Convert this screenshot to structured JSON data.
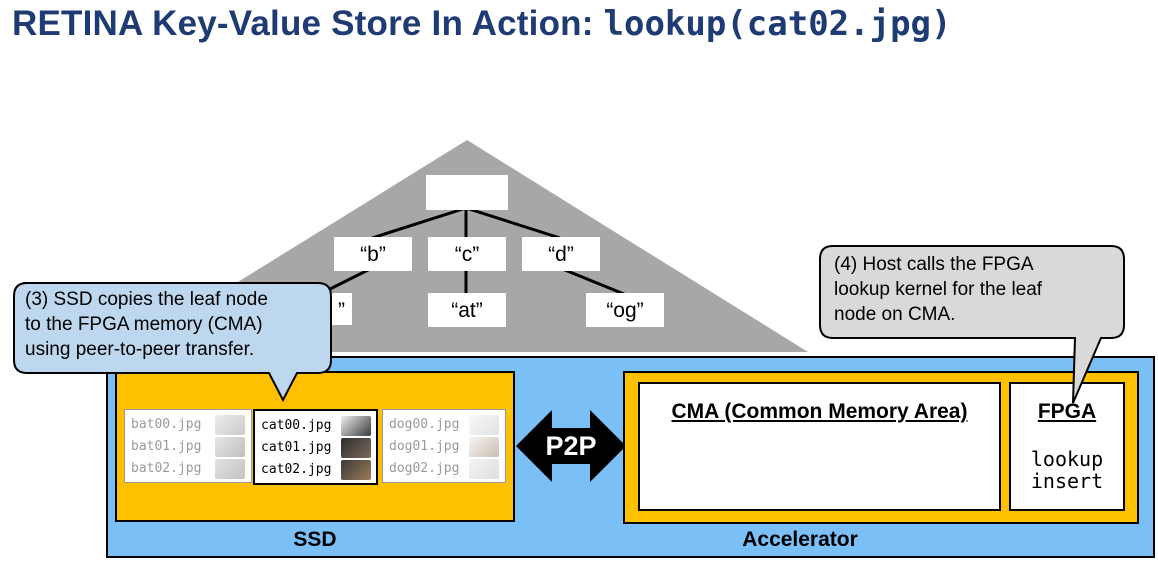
{
  "title": {
    "prefix": "RETINA Key-Value Store In Action: ",
    "code": "lookup(cat02.jpg)"
  },
  "tree": {
    "level1": [
      "“b”",
      "“c”",
      "“d”"
    ],
    "level2": [
      "”",
      "“at”",
      "“og”"
    ]
  },
  "callouts": {
    "ssd_copy": {
      "lines": [
        "(3) SSD copies the leaf node",
        "to the FPGA memory (CMA)",
        "using peer-to-peer transfer."
      ],
      "fill": "#bdd7ee"
    },
    "host_calls": {
      "lines": [
        "(4) Host calls the FPGA",
        "lookup kernel for the leaf",
        "node on CMA."
      ],
      "fill": "#d9d9d9"
    }
  },
  "ssd": {
    "label": "SSD",
    "columns": [
      {
        "files": [
          "bat00.jpg",
          "bat01.jpg",
          "bat02.jpg"
        ],
        "icons": [
          "bat-photo-icon",
          "bat-photo-icon",
          "bat-photo-icon"
        ],
        "active": false
      },
      {
        "files": [
          "cat00.jpg",
          "cat01.jpg",
          "cat02.jpg"
        ],
        "icons": [
          "cat-photo-icon",
          "cat-photo-icon",
          "cat-photo-icon"
        ],
        "active": true
      },
      {
        "files": [
          "dog00.jpg",
          "dog01.jpg",
          "dog02.jpg"
        ],
        "icons": [
          "dog-photo-icon",
          "dog-photo-icon",
          "dog-photo-icon"
        ],
        "active": false
      }
    ]
  },
  "p2p": {
    "label": "P2P"
  },
  "accelerator": {
    "label": "Accelerator",
    "cma_label": "CMA (Common Memory Area)",
    "fpga_label": "FPGA",
    "fpga_functions": [
      "lookup",
      "insert"
    ]
  },
  "colors": {
    "title": "#1f3b73",
    "accelerator_fill": "#7bbff7",
    "container_fill": "#ffc000",
    "tree_fill": "#a9a6a6",
    "callout_blue": "#bdd7ee",
    "callout_gray": "#d9d9d9"
  }
}
